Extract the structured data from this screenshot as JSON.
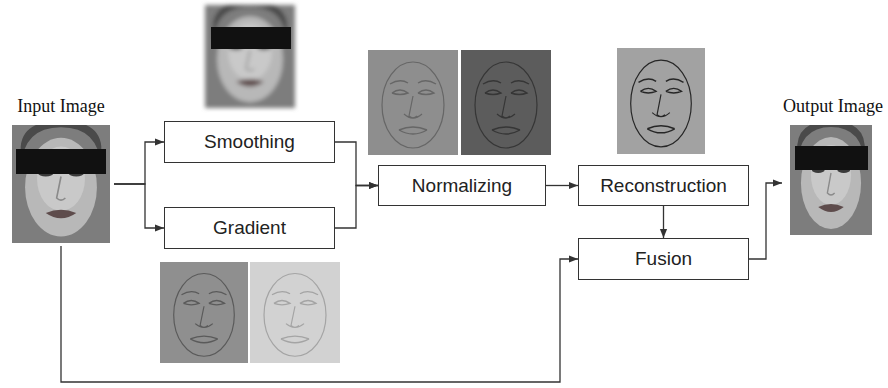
{
  "diagram": {
    "nodes": [
      {
        "text": [
          "Input Image"
        ]
      },
      {
        "text": [
          "Smoothing"
        ]
      },
      {
        "text": [
          "Gradient"
        ]
      },
      {
        "text": [
          "Normalizing"
        ]
      },
      {
        "text": [
          "Reconstruction"
        ]
      },
      {
        "text": [
          "Fusion"
        ]
      },
      {
        "text": [
          "Output Image"
        ]
      }
    ],
    "edges": [
      {
        "from": 0,
        "to": 1,
        "arrow": "to"
      },
      {
        "from": 0,
        "to": 2,
        "arrow": "to"
      },
      {
        "from": 1,
        "to": 3,
        "arrow": "to"
      },
      {
        "from": 2,
        "to": 3,
        "arrow": "to"
      },
      {
        "from": 3,
        "to": 4,
        "arrow": "to"
      },
      {
        "from": 4,
        "to": 5,
        "arrow": "to"
      },
      {
        "from": 0,
        "to": 5,
        "arrow": "to"
      },
      {
        "from": 5,
        "to": 6,
        "arrow": "to"
      }
    ]
  }
}
